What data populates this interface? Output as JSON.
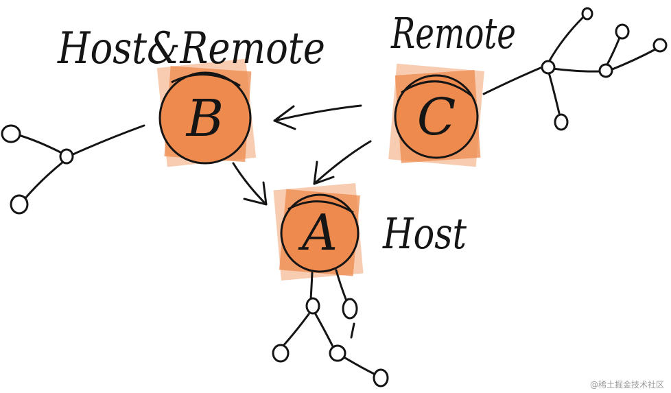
{
  "labels": {
    "host_remote": "Host&Remote",
    "remote": "Remote",
    "host": "Host"
  },
  "nodes": {
    "a": "A",
    "b": "B",
    "c": "C"
  },
  "watermark": "@稀土掘金技术社区",
  "colors": {
    "node_fill": "#ee8a4e",
    "node_fill_light": "#f2a271",
    "stroke": "#151515"
  }
}
